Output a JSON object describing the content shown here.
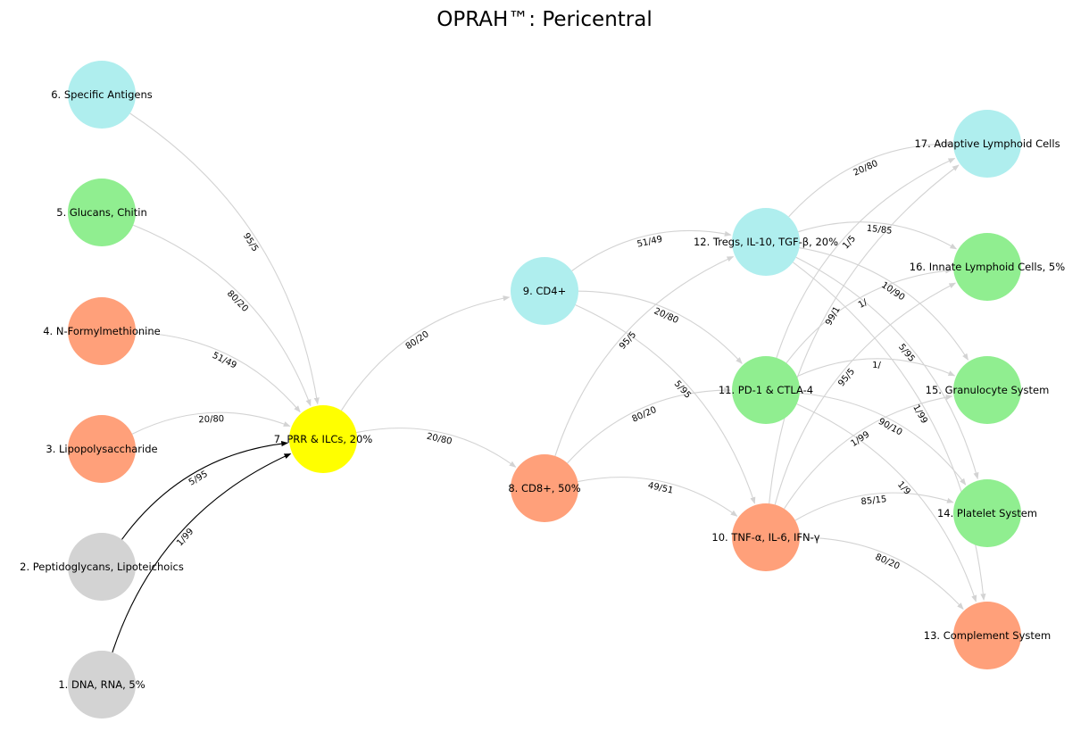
{
  "title": "OPRAH™: Pericentral",
  "colors": {
    "gray": "#d3d3d3",
    "green": "#90ee90",
    "salmon": "#ffa07a",
    "cyan": "#afeeee",
    "yellow": "#ffff00",
    "edge_gray": "#d3d3d3",
    "edge_black": "#000000"
  },
  "nodes": [
    {
      "id": "n1",
      "label": "1. DNA, RNA,  5%",
      "color": "gray"
    },
    {
      "id": "n2",
      "label": "2. Peptidoglycans, Lipoteichoics",
      "color": "gray"
    },
    {
      "id": "n3",
      "label": "3. Lipopolysaccharide",
      "color": "salmon"
    },
    {
      "id": "n4",
      "label": "4. N-Formylmethionine",
      "color": "salmon"
    },
    {
      "id": "n5",
      "label": "5. Glucans, Chitin",
      "color": "green"
    },
    {
      "id": "n6",
      "label": "6. Specific Antigens",
      "color": "cyan"
    },
    {
      "id": "n7",
      "label": "7. PRR & ILCs, 20%",
      "color": "yellow"
    },
    {
      "id": "n8",
      "label": "8. CD8+, 50%",
      "color": "salmon"
    },
    {
      "id": "n9",
      "label": "9. CD4+",
      "color": "cyan"
    },
    {
      "id": "n10",
      "label": "10. TNF-α, IL-6, IFN-γ",
      "color": "salmon"
    },
    {
      "id": "n11",
      "label": "11. PD-1 & CTLA-4",
      "color": "green"
    },
    {
      "id": "n12",
      "label": "12. Tregs, IL-10, TGF-β, 20%",
      "color": "cyan"
    },
    {
      "id": "n13",
      "label": "13. Complement System",
      "color": "salmon"
    },
    {
      "id": "n14",
      "label": "14. Platelet System",
      "color": "green"
    },
    {
      "id": "n15",
      "label": "15. Granulocyte System",
      "color": "green"
    },
    {
      "id": "n16",
      "label": "16. Innate Lymphoid Cells, 5%",
      "color": "green"
    },
    {
      "id": "n17",
      "label": "17. Adaptive Lymphoid Cells",
      "color": "cyan"
    }
  ],
  "edges": [
    {
      "from": "n6",
      "to": "n7",
      "label": "95/5",
      "color": "edge_gray"
    },
    {
      "from": "n5",
      "to": "n7",
      "label": "80/20",
      "color": "edge_gray"
    },
    {
      "from": "n4",
      "to": "n7",
      "label": "51/49",
      "color": "edge_gray"
    },
    {
      "from": "n3",
      "to": "n7",
      "label": "20/80",
      "color": "edge_gray"
    },
    {
      "from": "n2",
      "to": "n7",
      "label": "5/95",
      "color": "edge_black"
    },
    {
      "from": "n1",
      "to": "n7",
      "label": "1/99",
      "color": "edge_black"
    },
    {
      "from": "n7",
      "to": "n9",
      "label": "80/20",
      "color": "edge_gray"
    },
    {
      "from": "n7",
      "to": "n8",
      "label": "20/80",
      "color": "edge_gray"
    },
    {
      "from": "n9",
      "to": "n12",
      "label": "51/49",
      "color": "edge_gray"
    },
    {
      "from": "n9",
      "to": "n11",
      "label": "20/80",
      "color": "edge_gray"
    },
    {
      "from": "n9",
      "to": "n10",
      "label": "5/95",
      "color": "edge_gray"
    },
    {
      "from": "n8",
      "to": "n12",
      "label": "95/5",
      "color": "edge_gray"
    },
    {
      "from": "n8",
      "to": "n11",
      "label": "80/20",
      "color": "edge_gray"
    },
    {
      "from": "n8",
      "to": "n10",
      "label": "49/51",
      "color": "edge_gray"
    },
    {
      "from": "n12",
      "to": "n17",
      "label": "20/80",
      "color": "edge_gray"
    },
    {
      "from": "n12",
      "to": "n16",
      "label": "15/85",
      "color": "edge_gray"
    },
    {
      "from": "n12",
      "to": "n15",
      "label": "10/90",
      "color": "edge_gray"
    },
    {
      "from": "n12",
      "to": "n14",
      "label": "5/95",
      "color": "edge_gray"
    },
    {
      "from": "n12",
      "to": "n13",
      "label": "1/99",
      "color": "edge_gray"
    },
    {
      "from": "n11",
      "to": "n17",
      "label": "1/5",
      "color": "edge_gray"
    },
    {
      "from": "n11",
      "to": "n16",
      "label": "1/",
      "color": "edge_gray"
    },
    {
      "from": "n11",
      "to": "n15",
      "label": "1/",
      "color": "edge_gray"
    },
    {
      "from": "n11",
      "to": "n14",
      "label": "90/10",
      "color": "edge_gray"
    },
    {
      "from": "n11",
      "to": "n13",
      "label": "1/9",
      "color": "edge_gray"
    },
    {
      "from": "n10",
      "to": "n17",
      "label": "99/1",
      "color": "edge_gray"
    },
    {
      "from": "n10",
      "to": "n16",
      "label": "95/5",
      "color": "edge_gray"
    },
    {
      "from": "n10",
      "to": "n15",
      "label": "1/99",
      "color": "edge_gray"
    },
    {
      "from": "n10",
      "to": "n14",
      "label": "85/15",
      "color": "edge_gray"
    },
    {
      "from": "n10",
      "to": "n13",
      "label": "80/20",
      "color": "edge_gray"
    }
  ]
}
